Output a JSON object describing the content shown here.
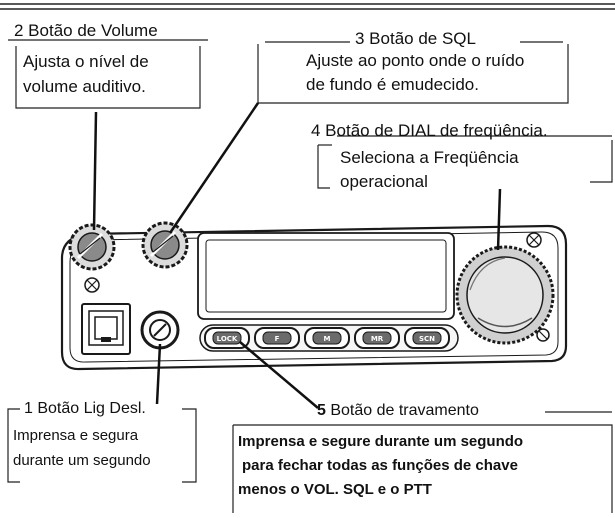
{
  "callouts": {
    "volume": {
      "title": "2 Botão de Volume",
      "desc_line1": "Ajusta o nível de",
      "desc_line2": "volume auditivo."
    },
    "sql": {
      "title": "3 Botão de SQL",
      "desc_line1": "Ajuste ao ponto onde o ruído",
      "desc_line2": "de fundo é emudecido."
    },
    "dial": {
      "title": "4 Botão de DIAL de freqüência.",
      "desc_line1": "Seleciona a Freqüência",
      "desc_line2": "operacional"
    },
    "power": {
      "title": "1 Botão Lig Desl.",
      "desc_line1": "Imprensa e segura",
      "desc_line2": "durante um segundo"
    },
    "lock": {
      "title_num": "5",
      "title": "Botão de travamento",
      "desc_line1": "Imprensa e segure durante um segundo",
      "desc_line2": "para fechar todas as funções de chave",
      "desc_line3": "menos o VOL. SQL  e o PTT"
    }
  },
  "radio": {
    "key_labels": [
      "LOCK",
      "F",
      "M",
      "MR",
      "SCN"
    ]
  },
  "colors": {
    "line": "#1a1a1a",
    "fill_light": "#f2f2f2",
    "fill_mid": "#d8d8d8",
    "fill_dark": "#6b6b6b"
  }
}
